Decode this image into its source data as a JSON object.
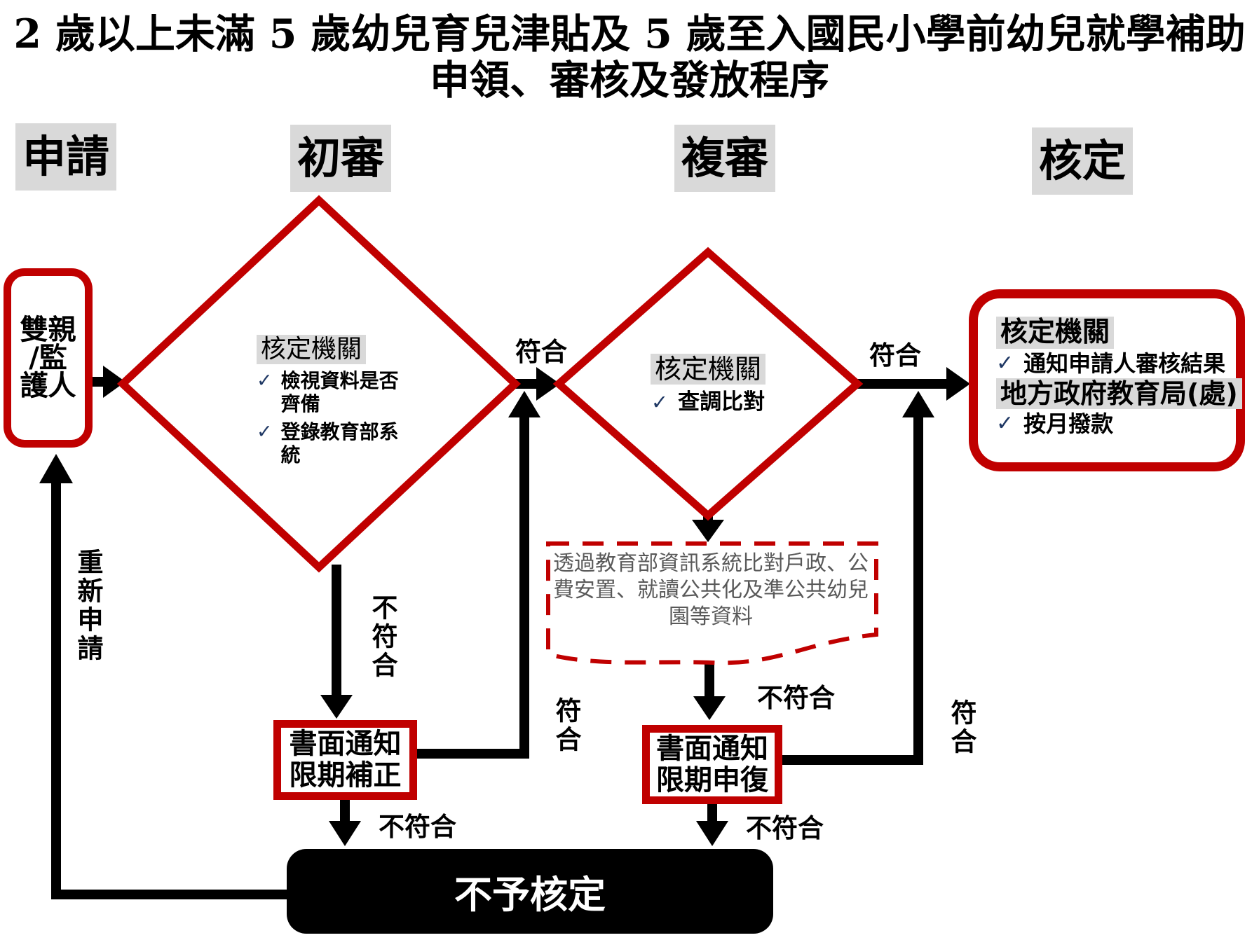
{
  "title": {
    "line1": "2 歲以上未滿 5 歲幼兒育兒津貼及 5 歲至入國民小學前幼兒就學補助",
    "line2": "申領、審核及發放程序"
  },
  "columns": {
    "apply": "申請",
    "initial_review": "初審",
    "re_review": "複審",
    "approval": "核定"
  },
  "applicant_box": {
    "lines": [
      "雙親",
      "/監",
      "護人"
    ]
  },
  "initial_review_diamond": {
    "heading": "核定機關",
    "items": [
      "檢視資料是否齊備",
      "登錄教育部系統"
    ]
  },
  "re_review_diamond": {
    "heading": "核定機關",
    "items": [
      "查調比對"
    ]
  },
  "approval_box": {
    "heading1": "核定機關",
    "item1": "通知申請人審核結果",
    "heading2": "地方政府教育局(處)",
    "item2": "按月撥款"
  },
  "dashed_note": {
    "lines": [
      "透過教育部資訊系統比對戶政、公",
      "費安置、就讀公共化及準公共幼兒",
      "園等資料"
    ]
  },
  "correction_box": {
    "lines": [
      "書面通知",
      "限期補正"
    ]
  },
  "appeal_box": {
    "lines": [
      "書面通知",
      "限期申復"
    ]
  },
  "rejection_box": {
    "label": "不予核定"
  },
  "edge_labels": {
    "pass": "符合",
    "fail": "不符合",
    "reapply": "重新申請"
  },
  "icons": {
    "check": "✓"
  },
  "colors": {
    "red": "#c00000",
    "highlight": "#d9d9d9",
    "check_navy": "#1f3864",
    "note_gray": "#595959"
  }
}
